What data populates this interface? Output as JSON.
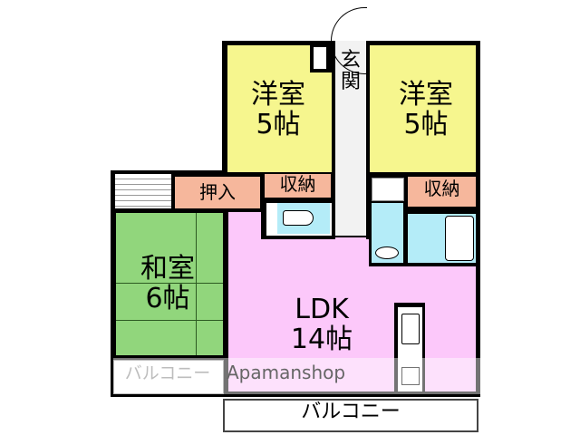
{
  "colors": {
    "western_room": "#f6f68e",
    "japanese_room": "#91d67c",
    "ldk": "#fcc8fa",
    "storage": "#f6b79c",
    "wet_area": "#b4ecf8",
    "corridor": "#f2f2f2"
  },
  "rooms": {
    "western_left": {
      "name": "洋室",
      "size": "5帖"
    },
    "western_right": {
      "name": "洋室",
      "size": "5帖"
    },
    "entrance": {
      "line1": "玄",
      "line2": "関"
    },
    "oshiire": "押入",
    "storage_left": "収納",
    "storage_right": "収納",
    "japanese": {
      "name": "和室",
      "size": "6帖"
    },
    "ldk": {
      "name": "LDK",
      "size": "14帖"
    },
    "balcony_bottom": "バルコニー",
    "balcony_left": "バルコニー"
  },
  "watermark": "Apamanshop"
}
